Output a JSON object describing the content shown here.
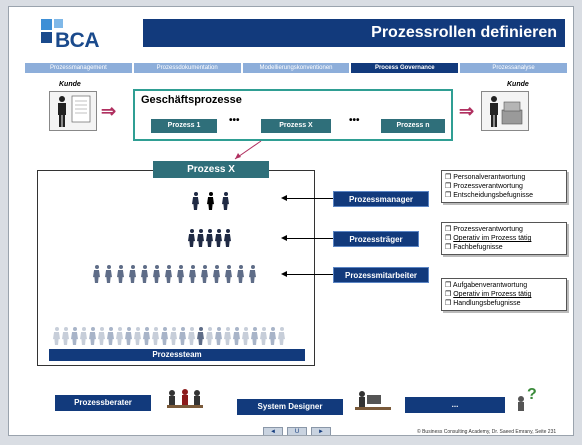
{
  "header": {
    "logo_text": "BCA",
    "title": "Prozessrollen definieren"
  },
  "tabs": [
    {
      "label": "Prozessmanagement",
      "active": false
    },
    {
      "label": "Prozessdokumentation",
      "active": false
    },
    {
      "label": "Modellierungskonventionen",
      "active": false
    },
    {
      "label": "Process Governance",
      "active": true
    },
    {
      "label": "Prozessanalyse",
      "active": false
    }
  ],
  "top_row": {
    "kunde_left": "Kunde",
    "kunde_right": "Kunde",
    "geschaeftsprozesse": "Geschäftsprozesse",
    "process_buttons": [
      "Prozess 1",
      "Prozess X",
      "Prozess n"
    ],
    "ellipsis": "•••"
  },
  "main": {
    "prozess_x_label": "Prozess X",
    "prozessteam_label": "Prozessteam",
    "roles": [
      {
        "label": "Prozessmanager",
        "responsibilities": [
          {
            "text": "Personalverantwortung",
            "underline": false
          },
          {
            "text": "Prozessverantwortung",
            "underline": false
          },
          {
            "text": "Entscheidungsbefugnisse",
            "underline": false
          }
        ]
      },
      {
        "label": "Prozessträger",
        "responsibilities": [
          {
            "text": "Prozessverantwortung",
            "underline": false
          },
          {
            "text": "Operativ im Prozess tätig",
            "underline": true
          },
          {
            "text": "Fachbefugnisse",
            "underline": false
          }
        ]
      },
      {
        "label": "Prozessmitarbeiter",
        "responsibilities": [
          {
            "text": "Aufgabenverantwortung",
            "underline": false
          },
          {
            "text": "Operativ im Prozess tätig",
            "underline": true
          },
          {
            "text": "Handlungsbefugnisse",
            "underline": false
          }
        ]
      }
    ],
    "bullet": "❒"
  },
  "bottom": {
    "buttons": [
      "Prozessberater",
      "System Designer",
      "..."
    ],
    "nav": [
      "◄",
      "U",
      "►"
    ],
    "footer": "© Business Consulting Academy, Dr. Saeed Emrany, Seite 231"
  },
  "colors": {
    "navy": "#123a7c",
    "teal": "#2f6f7a",
    "teal_border": "#2f9e93",
    "tab_inactive": "#8daeda",
    "arrow_pink": "#b03060"
  }
}
